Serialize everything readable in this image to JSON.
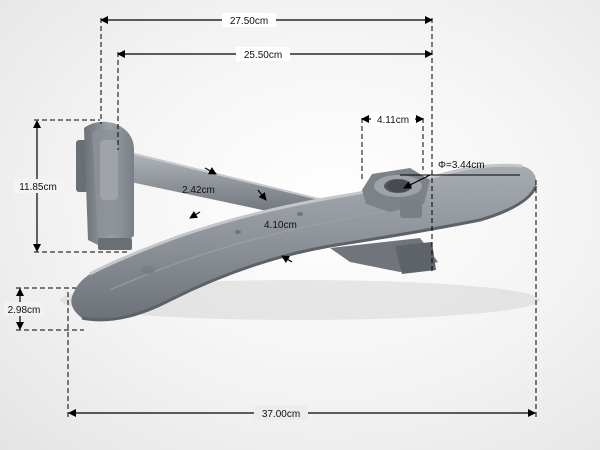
{
  "image": {
    "subject": "spray-arm",
    "part_color": "#8a8f96",
    "dimension_line_color": "#000000"
  },
  "dimensions": {
    "overall_top_width": "27.50cm",
    "inner_top_width": "25.50cm",
    "hub_width": "4.11cm",
    "hub_diameter": "Φ=3.44cm",
    "bracket_height": "11.85cm",
    "arm_tube_diameter": "2.42cm",
    "arm_width": "4.10cm",
    "arm_thickness": "2.98cm",
    "overall_length": "37.00cm"
  }
}
